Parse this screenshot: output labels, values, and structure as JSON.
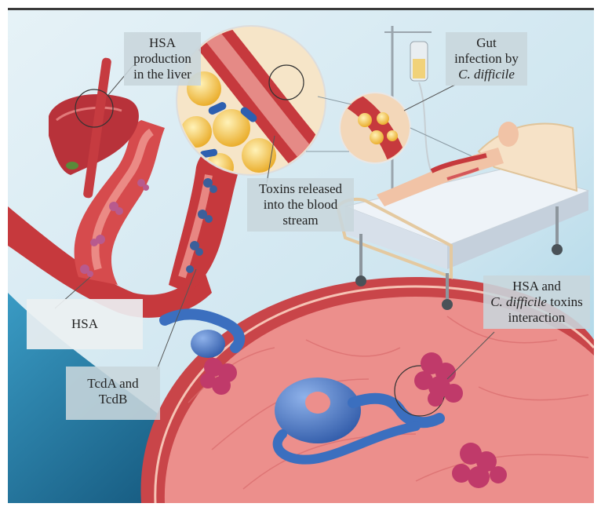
{
  "labels": {
    "hsa_production": {
      "line1": "HSA",
      "line2": "production",
      "line3": "in the liver"
    },
    "gut_infection": {
      "line1": "Gut",
      "line2": "infection by",
      "line3": "C. difficile"
    },
    "toxins_released": {
      "line1": "Toxins released",
      "line2": "into the blood",
      "line3": "stream"
    },
    "hsa": {
      "text": "HSA"
    },
    "tcda_tcdb": {
      "line1": "TcdA and",
      "line2": "TcdB"
    },
    "hsa_toxin_interaction": {
      "line1": "HSA and",
      "line2_italic": "C. difficile",
      "line2_rest": " toxins",
      "line3": "interaction"
    }
  },
  "colors": {
    "background_sky": "#cfe6f0",
    "deep_blue": "#1f6f9a",
    "vessel_red": "#d8484a",
    "vessel_wall": "#e8787a",
    "hsa_blue": "#3b6fbf",
    "toxin_pink": "#c03a6a",
    "fat_yellow": "#f2c94c",
    "bed_frame": "#f3d9b5",
    "sheet": "#e9f0f7",
    "skin": "#f1c3a6"
  },
  "icons": {
    "liver": "liver-icon",
    "hospital_bed": "hospital-bed-icon",
    "iv_drip": "iv-drip-icon",
    "patient": "patient-icon",
    "magnifier_gut": "gut-magnifier-icon",
    "magnifier_vessel": "vessel-magnifier-icon"
  }
}
